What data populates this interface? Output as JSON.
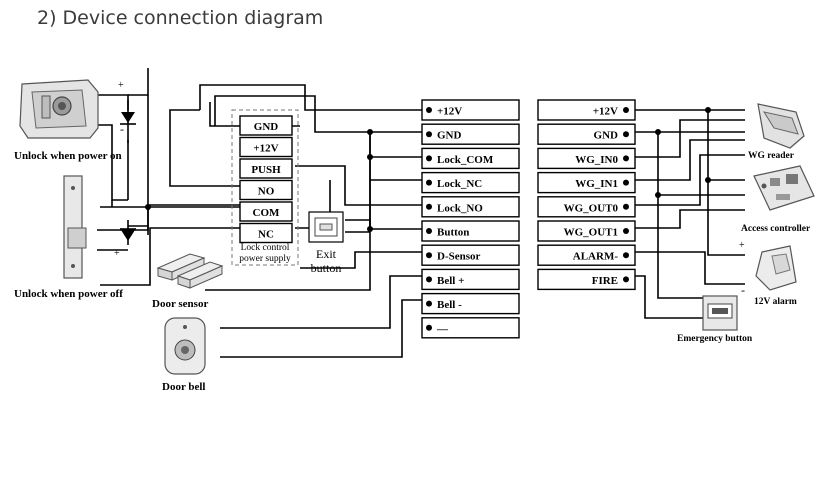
{
  "title": "2) Device connection diagram",
  "devices": {
    "lock_power_on": "Unlock when power on",
    "lock_power_off": "Unlock when power off",
    "door_sensor": "Door sensor",
    "door_bell": "Door bell",
    "exit_button": [
      "Exit",
      "button"
    ],
    "wg_reader": "WG reader",
    "access_controller": "Access controller",
    "alarm": "12V alarm",
    "emergency_button": "Emergency button"
  },
  "lock_power_supply": {
    "terminals": [
      "GND",
      "+12V",
      "PUSH",
      "NO",
      "COM",
      "NC"
    ],
    "label": [
      "Lock control",
      "power supply"
    ]
  },
  "left_terminals": [
    "+12V",
    "GND",
    "Lock_COM",
    "Lock_NC",
    "Lock_NO",
    "Button",
    "D-Sensor",
    "Bell +",
    "Bell -",
    "—"
  ],
  "right_terminals": [
    "+12V",
    "GND",
    "WG_IN0",
    "WG_IN1",
    "WG_OUT0",
    "WG_OUT1",
    "ALARM-",
    "FIRE"
  ],
  "polarity": {
    "plus": "+",
    "minus": "-"
  }
}
